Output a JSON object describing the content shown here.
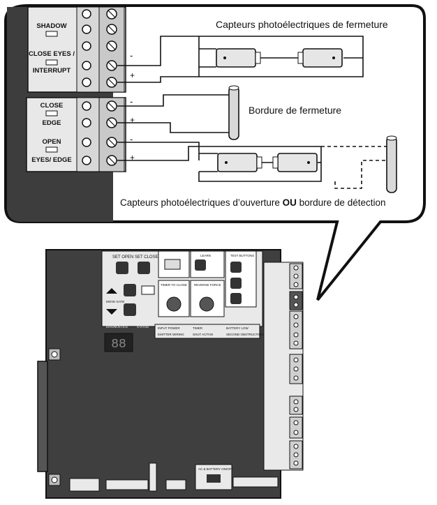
{
  "callout": {
    "terminals": {
      "shadow": "SHADOW",
      "close_eyes": "CLOSE EYES /",
      "interrupt": "INTERRUPT",
      "close": "CLOSE",
      "edge": "EDGE",
      "open": "OPEN",
      "eyes_edge": "EYES/ EDGE",
      "minus": "-",
      "plus": "+"
    },
    "labels": {
      "closing_photo_eyes": "Capteurs photoélectriques de fermeture",
      "closing_edge": "Bordure de fermeture",
      "opening_prefix": "Capteurs photoélectriques d’ouverture ",
      "opening_or": "OU",
      "opening_suffix": " bordure de détection"
    }
  },
  "board": {
    "set_open": "SET OPEN",
    "set_close": "SET CLOSE",
    "move_gate": "MOVE GATE",
    "timer_to_close": "TIMER TO CLOSE",
    "learn": "LEARN",
    "reverse_force": "REVERSE FORCE",
    "test_buttons": "TEST BUTTONS",
    "diagnostics": "DIAGNOSTICS",
    "status": "STATUS",
    "ac_battery": "AC & BATTERY ON/OFF",
    "legend": [
      "INPUT POWER",
      "TIMER",
      "BATTERY LOW",
      "EMITTER WIRING",
      "SHUT ACTIVE",
      "SECOND OBSTRUCTION"
    ]
  },
  "colors": {
    "outline": "#111111",
    "board_fill": "#3f3f3f",
    "panel_fill": "#e9e9e9",
    "terminal_fill": "#cfcfcf"
  }
}
